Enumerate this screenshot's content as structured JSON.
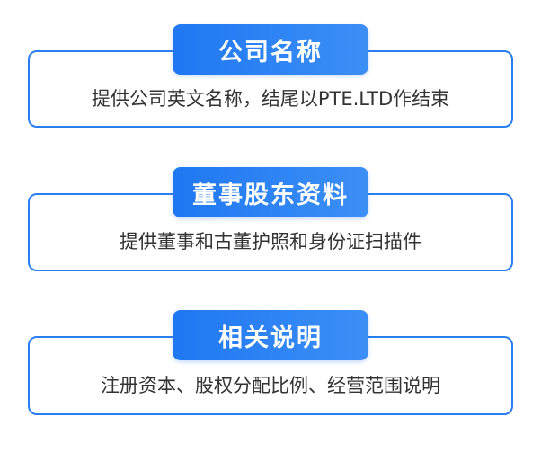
{
  "sections": [
    {
      "title": "公司名称",
      "description": "提供公司英文名称，结尾以PTE.LTD作结束"
    },
    {
      "title": "董事股东资料",
      "description": "提供董事和古董护照和身份证扫描件"
    },
    {
      "title": "相关说明",
      "description": "注册资本、股权分配比例、经营范围说明"
    }
  ],
  "colors": {
    "accent": "#2a7ff0",
    "pill_start": "#1f78f2",
    "pill_end": "#3c8ff5",
    "text": "#333333"
  }
}
